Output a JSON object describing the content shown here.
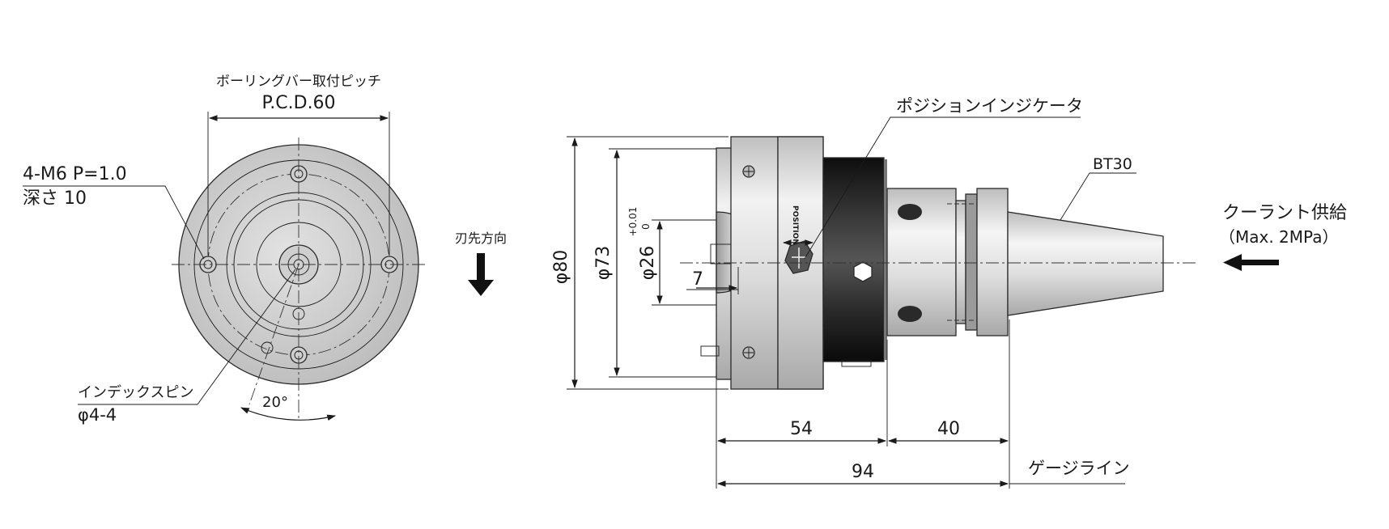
{
  "front_view": {
    "pcd_caption": "ボーリングバー取付ピッチ",
    "pcd_value": "P.C.D.60",
    "thread_spec": "4-M6 P=1.0",
    "thread_depth": "深さ 10",
    "index_pin_label": "インデックスピン",
    "index_pin_size": "φ4-4",
    "angle": "20°"
  },
  "direction": {
    "label": "刃先方向"
  },
  "side_view": {
    "position_indicator": "ポジションインジケータ",
    "position_text": "POSITION",
    "taper": "BT30",
    "coolant_label": "クーラント供給",
    "coolant_pressure": "（Max. 2MPa）",
    "dia_80": "φ80",
    "dia_73": "φ73",
    "dia_26": "φ26",
    "tol_upper": "+0.01",
    "tol_lower": "0",
    "dim_7": "7",
    "dim_54": "54",
    "dim_40": "40",
    "dim_94": "94",
    "gauge_line": "ゲージライン"
  },
  "colors": {
    "metal_light": "#e6e6e6",
    "metal_mid": "#c8c8c8",
    "metal_dark": "#8a8a8a",
    "black_band": "#1c1c1c",
    "line": "#1a1a1a"
  }
}
